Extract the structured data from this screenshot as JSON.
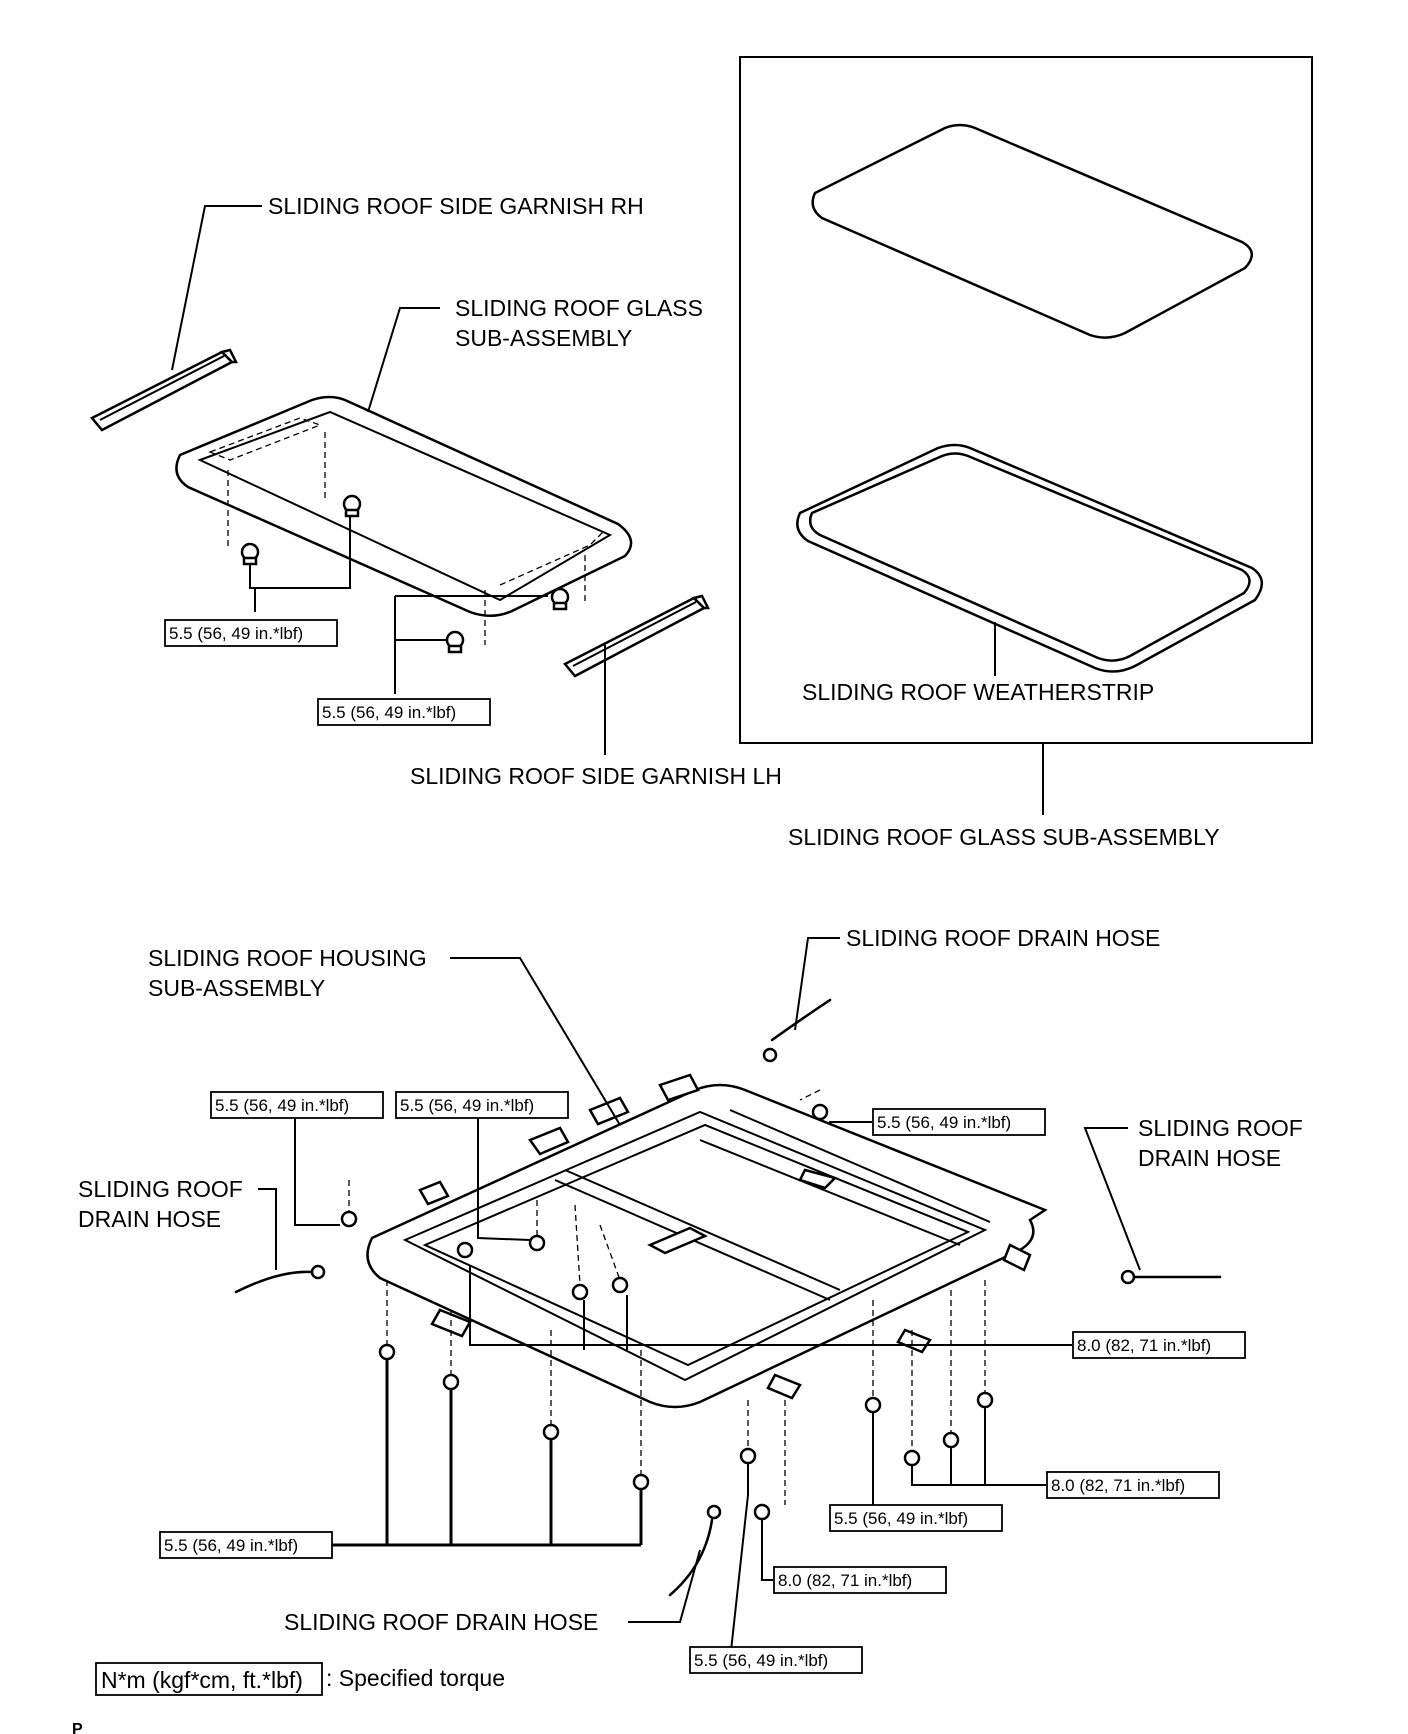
{
  "labels": {
    "side_garnish_rh": "SLIDING ROOF SIDE GARNISH RH",
    "glass_sub_assembly_line1": "SLIDING ROOF GLASS",
    "glass_sub_assembly_line2": "SUB-ASSEMBLY",
    "side_garnish_lh": "SLIDING ROOF SIDE GARNISH LH",
    "weatherstrip": "SLIDING ROOF WEATHERSTRIP",
    "glass_sub_assembly_inset": "SLIDING ROOF GLASS SUB-ASSEMBLY",
    "housing_line1": "SLIDING ROOF HOUSING",
    "housing_line2": "SUB-ASSEMBLY",
    "drain_hose_top": "SLIDING ROOF DRAIN HOSE",
    "drain_hose_right_line1": "SLIDING ROOF",
    "drain_hose_right_line2": "DRAIN HOSE",
    "drain_hose_left_line1": "SLIDING ROOF",
    "drain_hose_left_line2": "DRAIN HOSE",
    "drain_hose_bottom": "SLIDING ROOF DRAIN HOSE"
  },
  "torque": {
    "t55": "5.5 (56, 49 in.*lbf)",
    "t80": "8.0 (82, 71 in.*lbf)"
  },
  "legend": {
    "unit_box": "N*m (kgf*cm, ft.*lbf)",
    "description": ": Specified torque"
  },
  "footer_code": "P"
}
